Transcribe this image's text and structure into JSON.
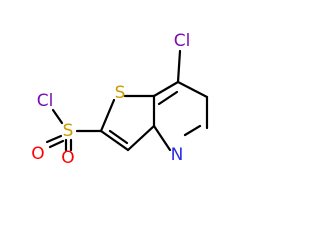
{
  "colors": {
    "carbon": "#000000",
    "sulfur": "#cc9a00",
    "chlorine": "#7a0fb0",
    "oxygen": "#ff0000",
    "nitrogen": "#2a2ae8"
  },
  "atoms": {
    "cl_top": "Cl",
    "cl_left": "Cl",
    "s_ring": "S",
    "s_sulfonyl": "S",
    "o_upper": "O",
    "o_lower": "O",
    "n_ring": "N"
  }
}
